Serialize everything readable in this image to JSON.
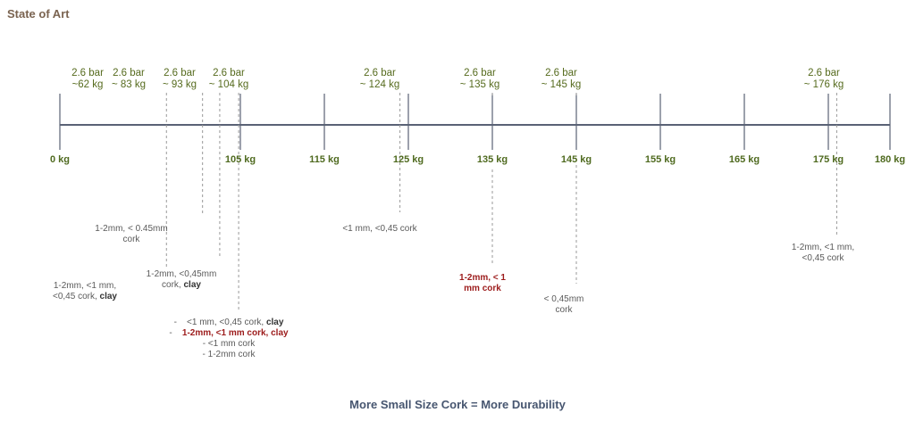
{
  "title": "State of Art",
  "footer": "More Small Size Cork = More Durability",
  "colors": {
    "axis": "#5a6275",
    "dash": "#999999",
    "accent_red": "#9c1b1b",
    "tick_label": "#4f6a1f",
    "top_label": "#566b1e"
  },
  "axis": {
    "min": 0,
    "max": 180,
    "unit": "kg"
  },
  "ticks": [
    {
      "value": 0,
      "label": "0 kg"
    },
    {
      "value": 105,
      "label": "105 kg"
    },
    {
      "value": 115,
      "label": "115 kg"
    },
    {
      "value": 125,
      "label": "125 kg"
    },
    {
      "value": 135,
      "label": "135 kg"
    },
    {
      "value": 145,
      "label": "145 kg"
    },
    {
      "value": 155,
      "label": "155 kg"
    },
    {
      "value": 165,
      "label": "165 kg"
    },
    {
      "value": 175,
      "label": "175 kg"
    },
    {
      "value": 180,
      "label": "180 kg"
    }
  ],
  "markers": [
    {
      "value": 62,
      "pressure": "2.6 bar",
      "load": "~62 kg",
      "desc": [
        "1-2mm, <1 mm,",
        "<0,45 cork, "
      ],
      "desc_bold": "clay"
    },
    {
      "value": 83,
      "pressure": "2.6 bar",
      "load": "~ 83 kg",
      "desc": [
        "1-2mm, < 0.45mm",
        "cork"
      ]
    },
    {
      "value": 93,
      "pressure": "2.6 bar",
      "load": "~ 93 kg",
      "desc": [
        "1-2mm, <0,45mm",
        "cork, "
      ],
      "desc_bold": "clay"
    },
    {
      "value": 104,
      "pressure": "2.6 bar",
      "load": "~ 104 kg",
      "list": [
        {
          "bullet": "-",
          "text": "<1 mm, <0,45 cork, ",
          "bold": "clay",
          "red": false
        },
        {
          "bullet": "-",
          "text": "1-2mm, <1 mm cork, clay",
          "red": true
        },
        {
          "bullet": "",
          "text": "- <1 mm cork",
          "red": false
        },
        {
          "bullet": "",
          "text": "- 1-2mm cork",
          "red": false
        }
      ]
    },
    {
      "value": 124,
      "pressure": "2.6 bar",
      "load": "~ 124 kg",
      "desc": [
        "<1 mm, <0,45 cork"
      ]
    },
    {
      "value": 135,
      "pressure": "2.6 bar",
      "load": "~ 135 kg",
      "desc_red": [
        "1-2mm, < 1",
        "mm cork"
      ]
    },
    {
      "value": 145,
      "pressure": "2.6 bar",
      "load": "~ 145 kg",
      "desc": [
        "< 0,45mm",
        "cork"
      ]
    },
    {
      "value": 176,
      "pressure": "2.6 bar",
      "load": "~ 176 kg",
      "desc": [
        "1-2mm, <1 mm,",
        "<0,45 cork"
      ]
    }
  ]
}
